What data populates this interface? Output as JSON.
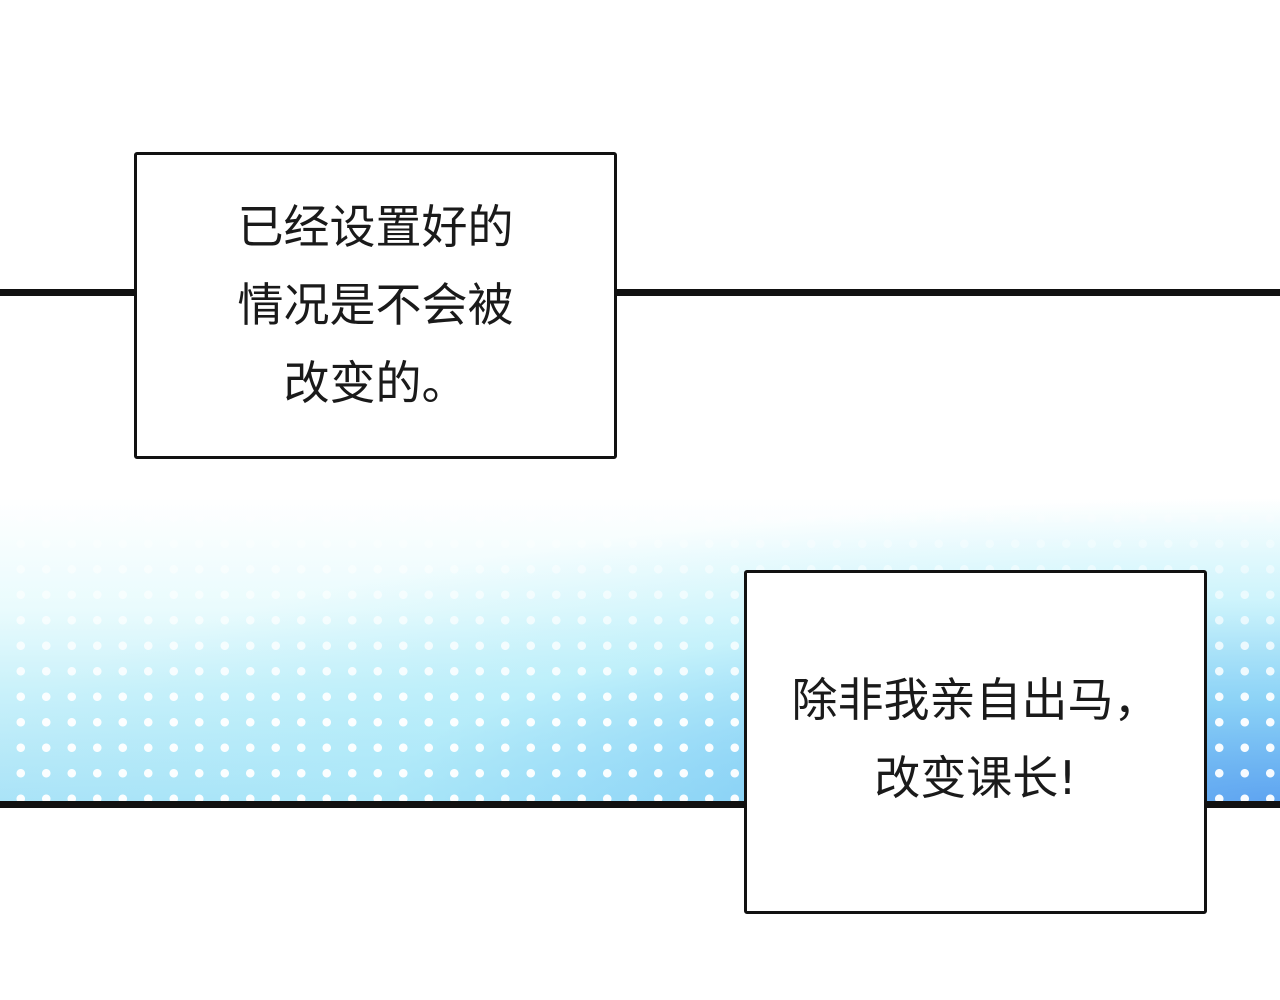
{
  "captions": [
    {
      "lines": [
        "已经设置好的",
        "情况是不会被",
        "改变的。"
      ]
    },
    {
      "lines": [
        "除非我亲自出马，",
        "改变课长!"
      ]
    }
  ],
  "colors": {
    "border": "#111111",
    "gradient_light": "#c9f1fa",
    "gradient_deep": "#5aa0f0",
    "background": "#ffffff"
  }
}
